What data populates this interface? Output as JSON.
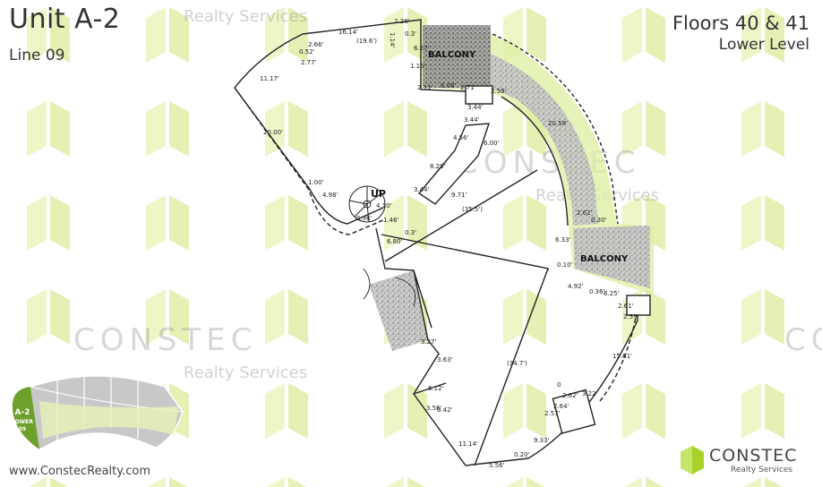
{
  "header": {
    "unit_title": "Unit A-2",
    "line_label": "Line 09",
    "floors": "Floors 40 & 41",
    "level": "Lower Level"
  },
  "footer": {
    "website": "www.ConstecRealty.com"
  },
  "watermark": {
    "name": "CONSTEC",
    "sub": "Realty Services"
  },
  "logo": {
    "name": "CONSTEC",
    "sub": "Realty Services"
  },
  "keyplan": {
    "unit": "A-2",
    "level": "LOWER",
    "line": "09"
  },
  "plan": {
    "rooms": [
      "BALCONY",
      "BALCONY"
    ],
    "stair_label": "UP",
    "dimensions": [
      "16.14'",
      "(19.6')",
      "2.28'",
      "0.3'",
      "1.14'",
      "6.27'",
      "1.15'",
      "0.52'",
      "2.66'",
      "2.77'",
      "11.17'",
      "2.11'",
      "6.08'",
      "2.71'",
      "2.59'",
      "3.44'",
      "20.58'",
      "3.44'",
      "4.56'",
      "6.00'",
      "8.29'",
      "9.71'",
      "(35.5')",
      "3.44'",
      "20.00'",
      "1.00'",
      "4.98'",
      "4.10'",
      "0.96'",
      "1.46'",
      "6.80'",
      "0.3'",
      "2.62'",
      "0.30'",
      "6.33'",
      "0.10'",
      "4.92'",
      "6.25'",
      "0.36'",
      "2.61'",
      "2.59'",
      "15.61'",
      "(34.7')",
      "3.27'",
      "3.63'",
      "6.12'",
      "0.42'",
      "3.56'",
      "11.14'",
      "5.56'",
      "0.20'",
      "9.33'",
      "3.22'",
      "2.62'",
      "2.64'",
      "0",
      "2.57'"
    ]
  },
  "colors": {
    "accent_green": "#d8ef8a",
    "logo_green": "#a6d22a",
    "keyplan_green": "#6ea12b"
  }
}
